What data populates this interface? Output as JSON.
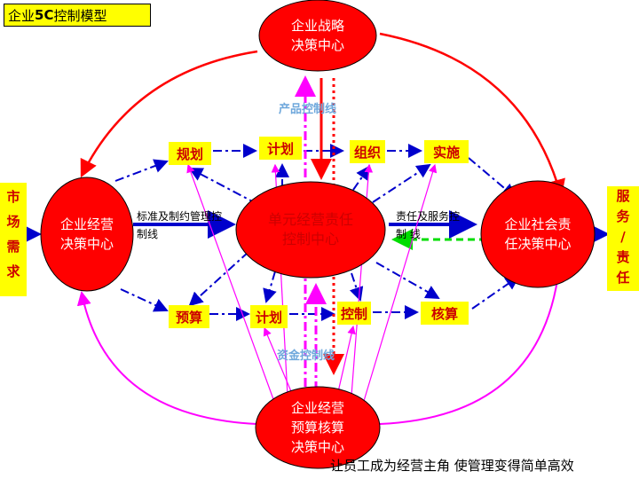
{
  "title": {
    "prefix": "企业",
    "highlight": "5C",
    "suffix": "控制模型"
  },
  "nodes": {
    "strategy": "企业战略\n决策中心",
    "operation": "企业经营\n决策中心",
    "control_center": "单元经营责任\n控制中心",
    "social": "企业社会责\n任决策中心",
    "budget_center": "企业经营\n预算核算\n决策中心"
  },
  "boxes": {
    "market": "市\n场\n需\n求",
    "service": "服\n务\n/\n责\n任",
    "plan1": "规划",
    "plan2": "计划",
    "organize": "组织",
    "implement": "实施",
    "budget": "预算",
    "plan3": "计划",
    "control": "控制",
    "accounting": "核算"
  },
  "labels": {
    "product_line": "产品控制线",
    "capital_line": "资金控制线",
    "standard_line1": "标准及制约管理控",
    "standard_line2": "制线",
    "responsibility_line1": "责任及服务控",
    "responsibility_line2": "制 线"
  },
  "footer": "让员工成为经营主角  使管理变得简单高效",
  "colors": {
    "node_fill": "#ff0000",
    "box_fill": "#ffff00",
    "arrow_blue": "#0000cc",
    "arrow_magenta": "#ff00ff",
    "arrow_red": "#ff0000",
    "arrow_green": "#00dd00"
  }
}
